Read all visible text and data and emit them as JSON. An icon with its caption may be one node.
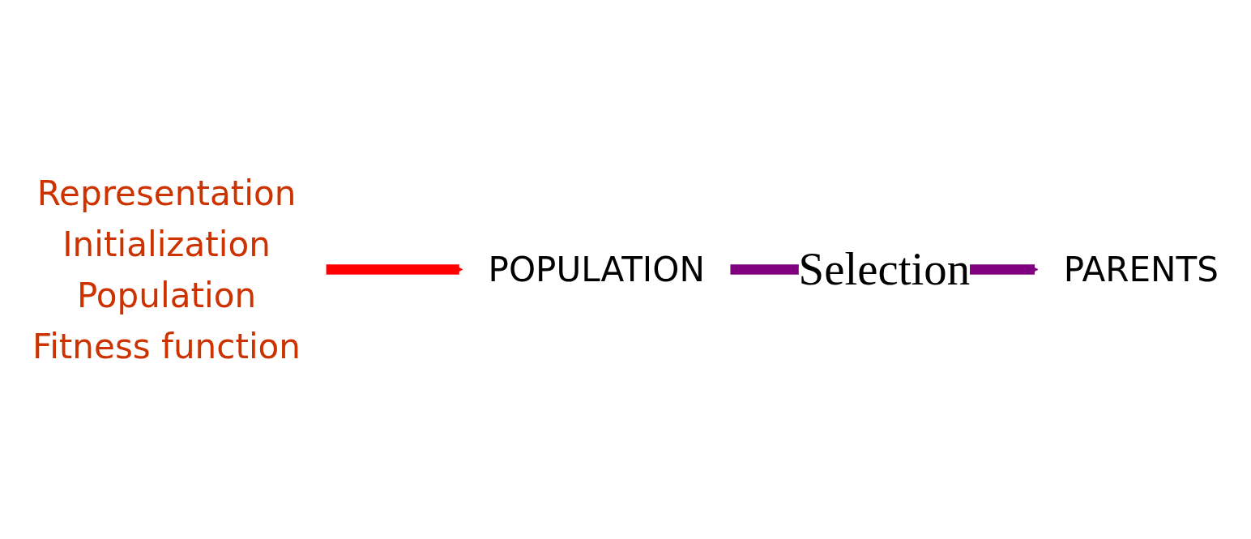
{
  "diagram": {
    "nodes": [
      {
        "text": [
          "PARENTS"
        ]
      },
      {
        "text": [
          "Representation",
          "Initialization",
          "Population",
          "Fitness function"
        ]
      },
      {
        "text": [
          "POPULATION"
        ]
      }
    ],
    "edges": [
      {
        "from": 2,
        "to": 0,
        "label": "Selection",
        "arrow": "to",
        "color": "#800080"
      },
      {
        "from": 1,
        "to": 2,
        "arrow": "to",
        "color": "#ff0000"
      }
    ]
  }
}
